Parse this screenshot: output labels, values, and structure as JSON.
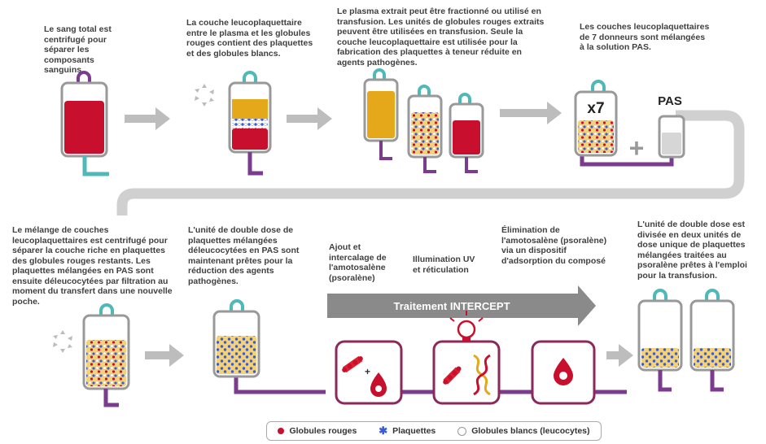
{
  "captions": {
    "step1": "Le sang total est centrifugé pour séparer les composants sanguins.",
    "step2": "La couche leucoplaquettaire entre le plasma et les globules rouges contient des plaquettes et des globules blancs.",
    "step3": "Le plasma extrait peut être fractionné ou utilisé en transfusion. Les unités de globules rouges extraits peuvent être utilisées en transfusion. Seule la couche leucoplaquettaire est utilisée pour la fabrication des plaquettes à teneur réduite en agents pathogènes.",
    "step4": "Les couches leucoplaquettaires de 7 donneurs sont mélangées à la solution PAS.",
    "step5": "Le mélange de couches leucoplaquettaires est centrifugé pour séparer la couche riche en plaquettes des globules rouges restants. Les plaquettes mélangées en PAS sont ensuite déleucocytées par filtration au moment du transfert dans une nouvelle poche.",
    "step6": "L'unité de double dose de plaquettes mélangées déleucocytées en PAS sont maintenant prêtes pour la réduction des agents pathogènes.",
    "step7a": "Ajout et intercalage de l'amotosalène (psoralène)",
    "step7b": "Illumination UV et réticulation",
    "step7c": "Élimination de l'amotosalène (psoralène) via un dispositif d'adsorption du composé",
    "step8": "L'unité de double dose est divisée en deux unités de dose unique de plaquettes mélangées traitées au psoralène prêtes à l'emploi pour la transfusion."
  },
  "labels": {
    "x7": "x7",
    "pas": "PAS",
    "plus": "+",
    "treatment": "Traitement INTERCEPT"
  },
  "legend": {
    "red": "Globules rouges",
    "platelets": "Plaquettes",
    "white": "Globules blancs (leucocytes)"
  },
  "colors": {
    "red": "#c8102e",
    "plasma": "#e5a81a",
    "platelet_bg": "#f3d27a",
    "platelet": "#3a5bd6",
    "arrow": "#bdbdbd",
    "tube_purple": "#7b3b8f",
    "tube_teal": "#4fb8b8",
    "banner": "#8a8a8a",
    "box_border": "#8b2a5a"
  }
}
